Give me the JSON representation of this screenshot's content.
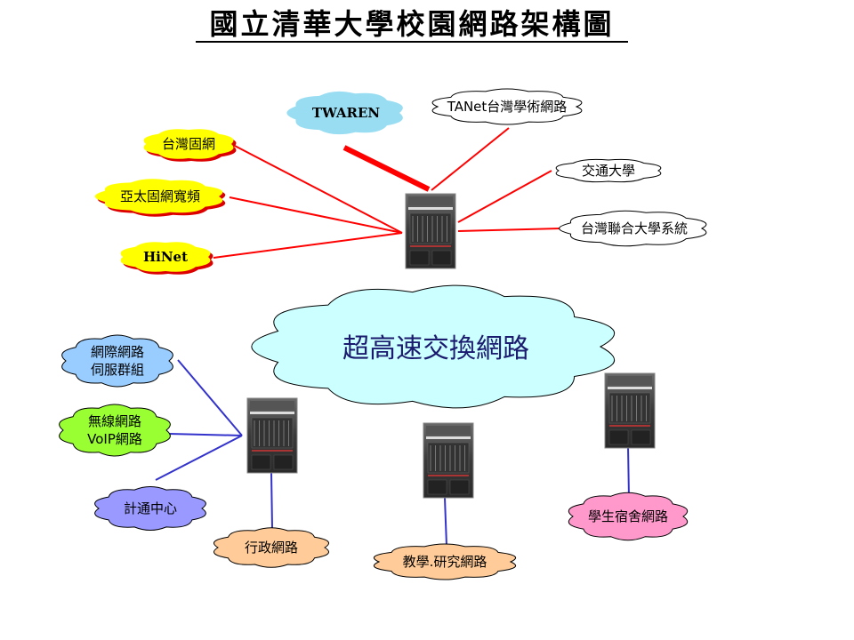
{
  "title": "國立清華大學校園網路架構圖",
  "core_network": {
    "label": "超高速交換網路",
    "color": "#ccffff"
  },
  "external_networks": [
    {
      "id": "twaren",
      "label": "TWAREN",
      "color": "#99ddf2"
    },
    {
      "id": "tanet",
      "label": "TANet台灣學術網路",
      "color": "#ffffff"
    },
    {
      "id": "nctu",
      "label": "交通大學",
      "color": "#ffffff"
    },
    {
      "id": "ust",
      "label": "台灣聯合大學系統",
      "color": "#ffffff"
    },
    {
      "id": "twfixed",
      "label": "台灣固網",
      "color": "#ffff00"
    },
    {
      "id": "apol",
      "label": "亞太固網寬頻",
      "color": "#ffff00"
    },
    {
      "id": "hinet",
      "label": "HiNet",
      "color": "#ffff00"
    }
  ],
  "internal_networks": [
    {
      "id": "server",
      "lines": [
        "網際網路",
        "伺服群組"
      ],
      "color": "#99ccff"
    },
    {
      "id": "wireless",
      "lines": [
        "無線網路",
        "VoIP網路"
      ],
      "color": "#99ff33"
    },
    {
      "id": "cc",
      "lines": [
        "計通中心"
      ],
      "color": "#9999ff"
    },
    {
      "id": "admin",
      "lines": [
        "行政網路"
      ],
      "color": "#ffcc99"
    },
    {
      "id": "research",
      "lines": [
        "教學.研究網路"
      ],
      "color": "#ffcc99"
    },
    {
      "id": "dorm",
      "lines": [
        "學生宿舍網路"
      ],
      "color": "#ff99cc"
    }
  ],
  "link_colors": {
    "external": "#ff0000",
    "internal": "#3333cc"
  }
}
